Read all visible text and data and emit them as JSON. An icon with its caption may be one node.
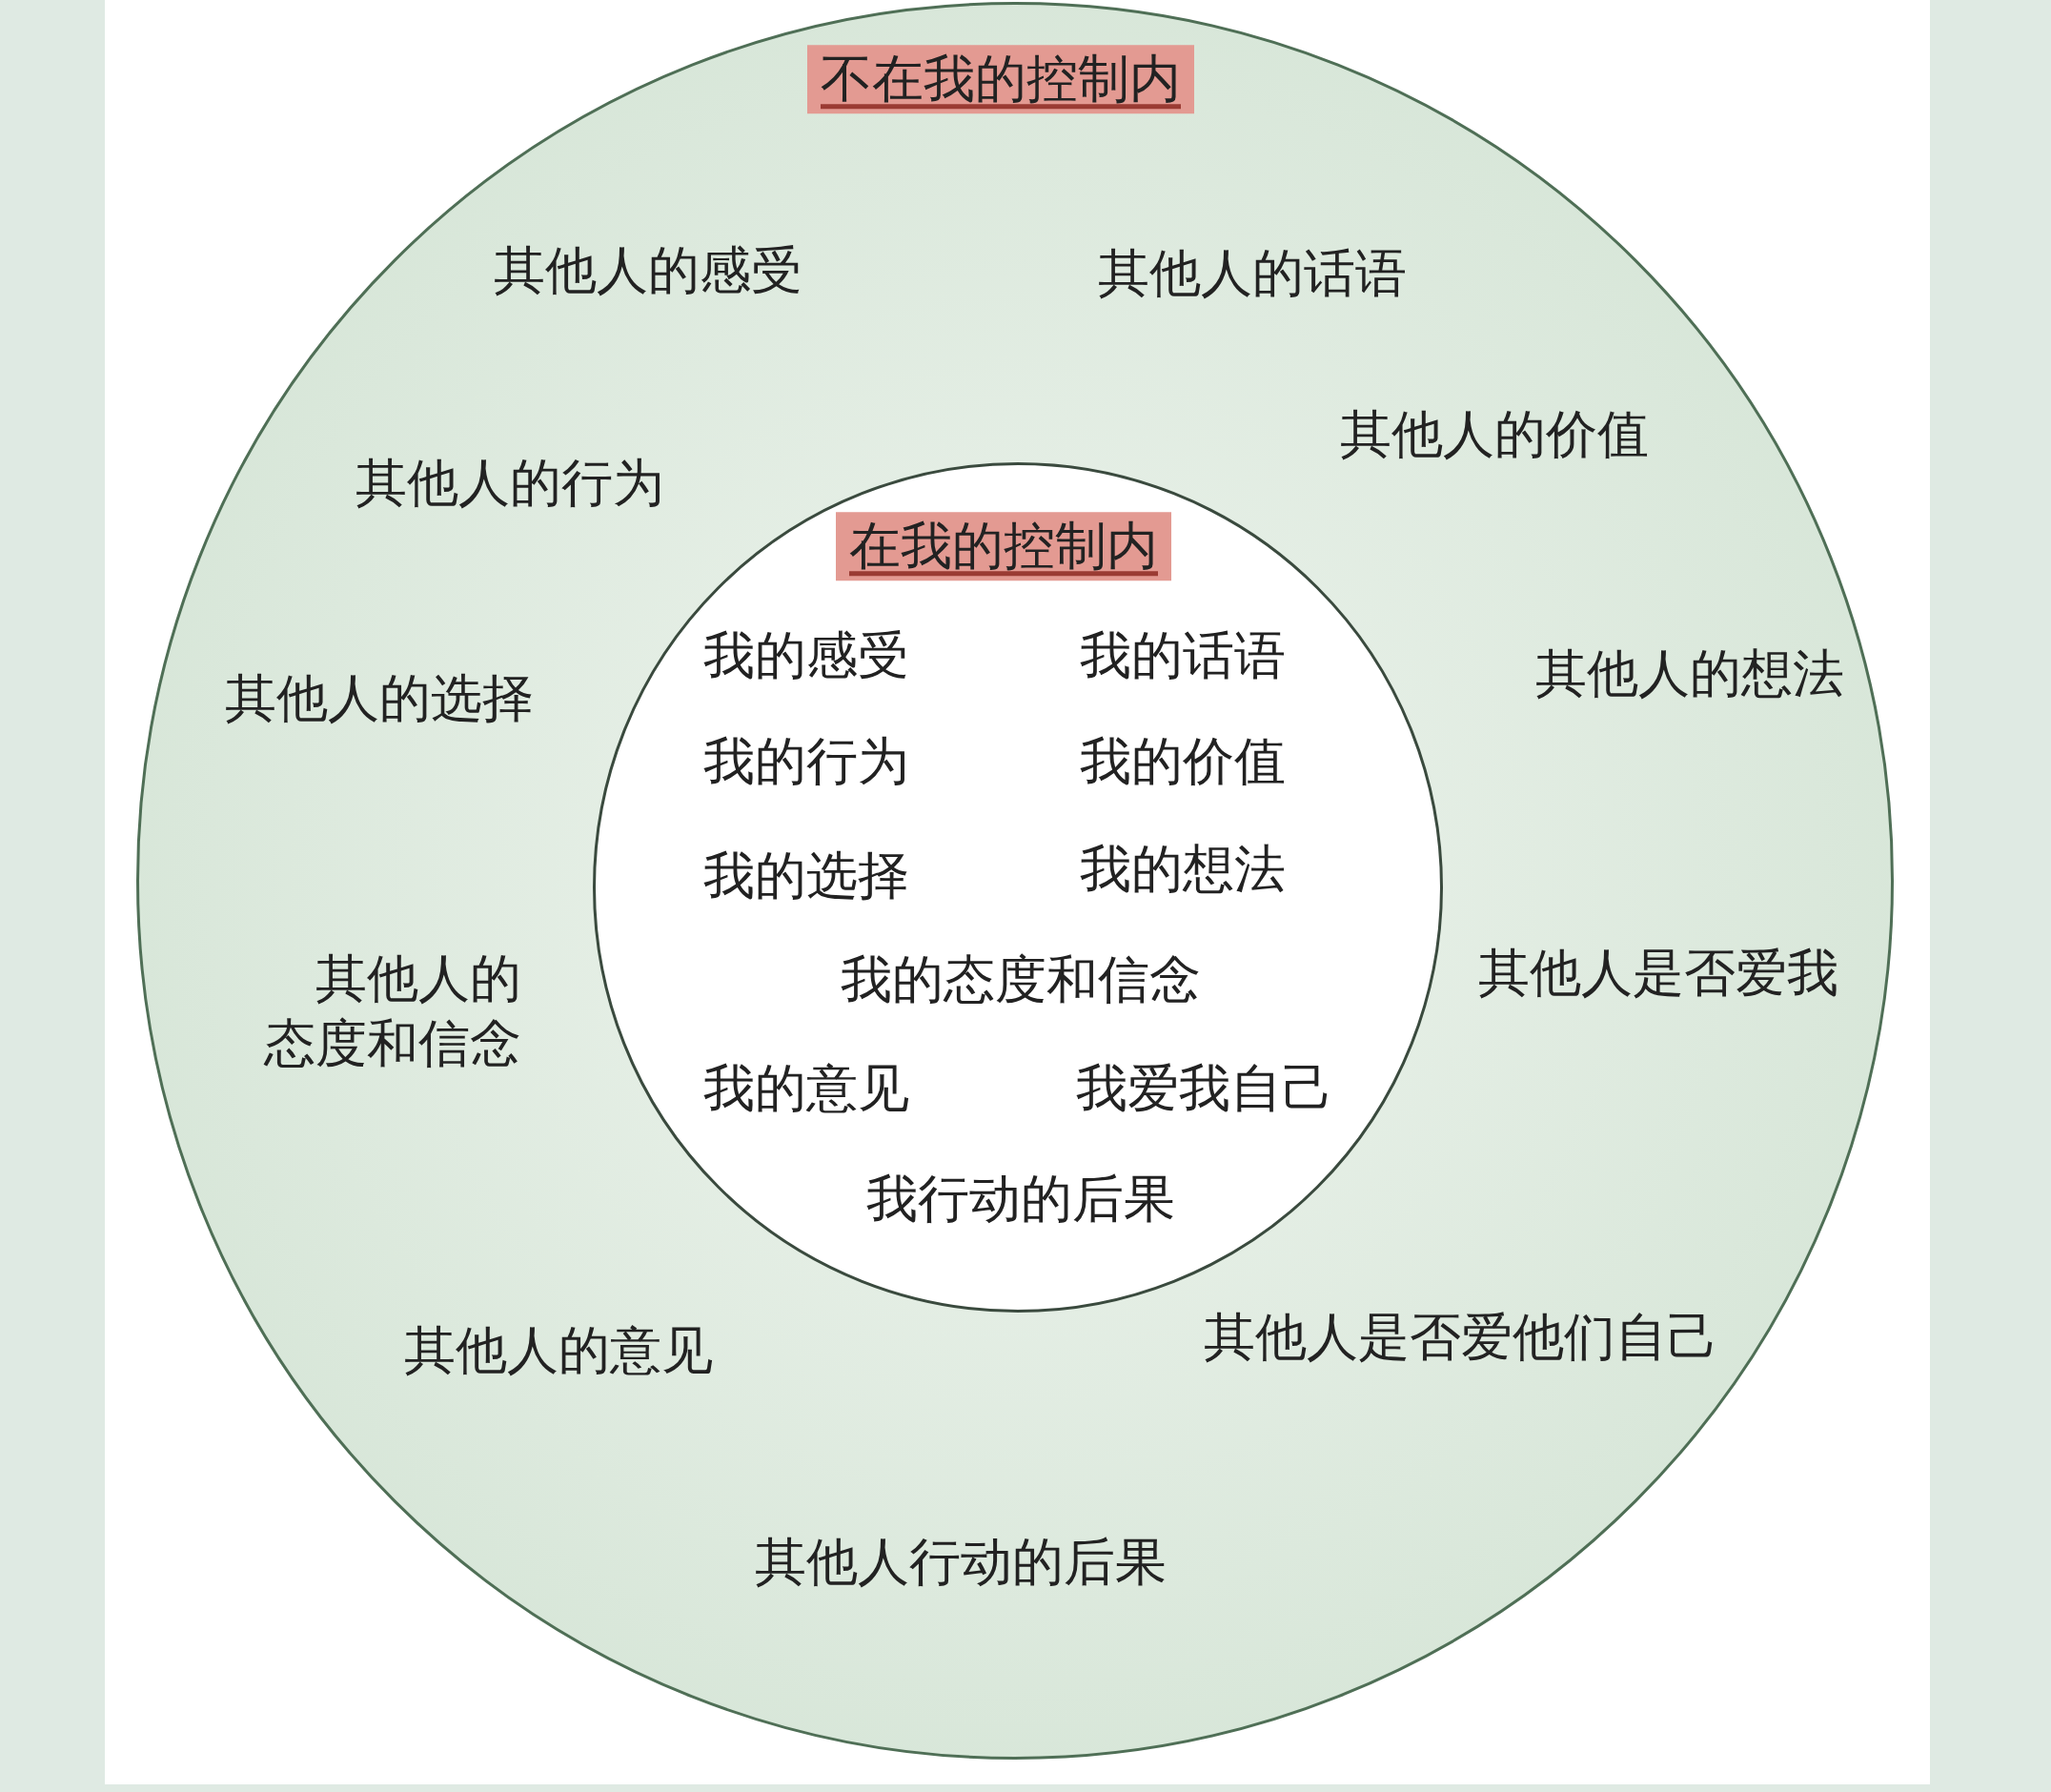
{
  "diagram": {
    "nodes": [
      {
        "text": [
          "不在我的控制内",
          "其他人的感受",
          "其他人的话语",
          "其他人的价值",
          "其他人的行为",
          "其他人的选择",
          "其他人的想法",
          "其他人的态度和信念",
          "其他人是否爱我",
          "其他人的意见",
          "其他人是否爱他们自己",
          "其他人行动的后果"
        ]
      },
      {
        "text": [
          "在我的控制内",
          "我的感受",
          "我的话语",
          "我的行为",
          "我的价值",
          "我的选择",
          "我的想法",
          "我的态度和信念",
          "我的意见",
          "我爱我自己",
          "我行动的后果"
        ],
        "in": 0
      }
    ]
  }
}
